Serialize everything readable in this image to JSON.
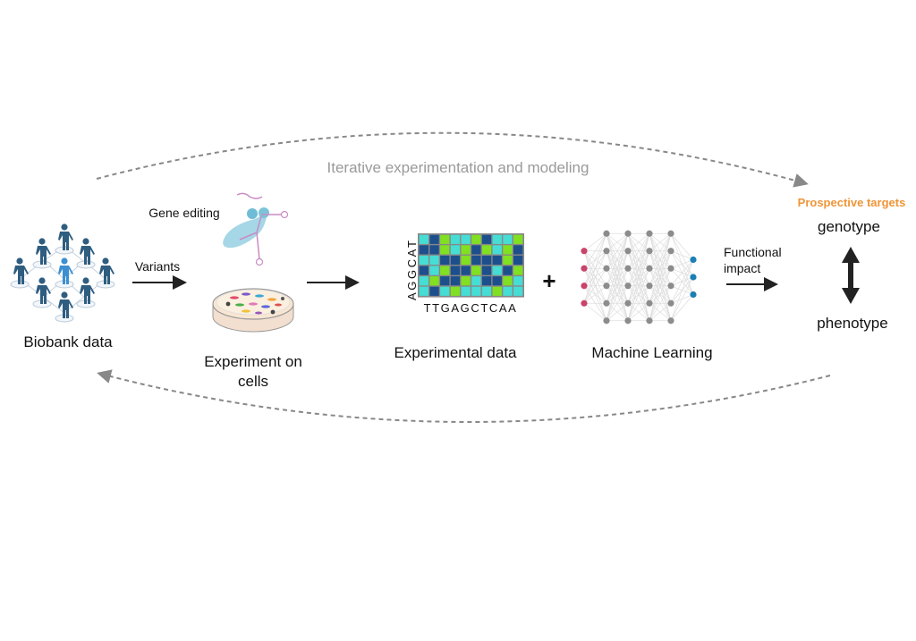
{
  "loop_label": "Iterative experimentation and modeling",
  "biobank": {
    "label": "Biobank data"
  },
  "variants_label": "Variants",
  "gene_editing_label": "Gene editing",
  "experiment": {
    "line1": "Experiment on",
    "line2": "cells"
  },
  "experimental_data": {
    "label": "Experimental data",
    "row_sequence": "AGGCAT",
    "col_sequence": "TTGAGCTCAA",
    "matrix": [
      "cdgccgdccg",
      "ddgcgdgcgd",
      "ccddgdddgd",
      "dcgddgdcdg",
      "cgddgcddgc",
      "cdcgcccgcc"
    ],
    "colors": {
      "c": "#45ddd4",
      "d": "#1d4f8c",
      "g": "#80e021"
    }
  },
  "plus_sign": "+",
  "machine_learning": {
    "label": "Machine Learning",
    "layers": [
      4,
      6,
      6,
      6,
      6,
      3
    ],
    "colors": {
      "input": "#c9436b",
      "hidden": "#8c8c8c",
      "output": "#1b7fb5"
    }
  },
  "functional_impact": {
    "line1": "Functional",
    "line2": "impact"
  },
  "targets": {
    "title": "Prospective targets",
    "genotype": "genotype",
    "phenotype": "phenotype",
    "accent": "#ef9538"
  }
}
